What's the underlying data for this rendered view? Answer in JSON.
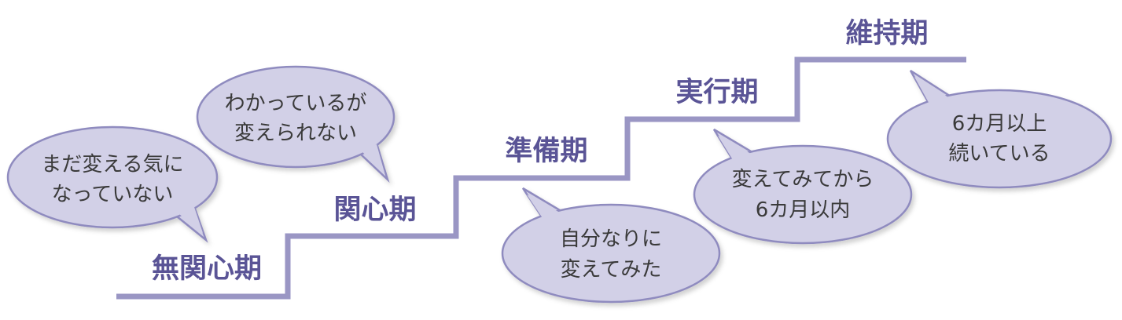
{
  "colors": {
    "line": "#9a96c4",
    "bubble_fill": "#d2d0e7",
    "bubble_stroke": "#8f8bbf",
    "label": "#5a5496"
  },
  "stages": [
    {
      "label": "無関心期",
      "bubble": [
        "まだ変える気に",
        "なっていない"
      ]
    },
    {
      "label": "関心期",
      "bubble": [
        "わかっているが",
        "変えられない"
      ]
    },
    {
      "label": "準備期",
      "bubble": [
        "自分なりに",
        "変えてみた"
      ]
    },
    {
      "label": "実行期",
      "bubble": [
        "変えてみてから",
        "6カ月以内"
      ]
    },
    {
      "label": "維持期",
      "bubble": [
        "6カ月以上",
        "続いている"
      ]
    }
  ]
}
